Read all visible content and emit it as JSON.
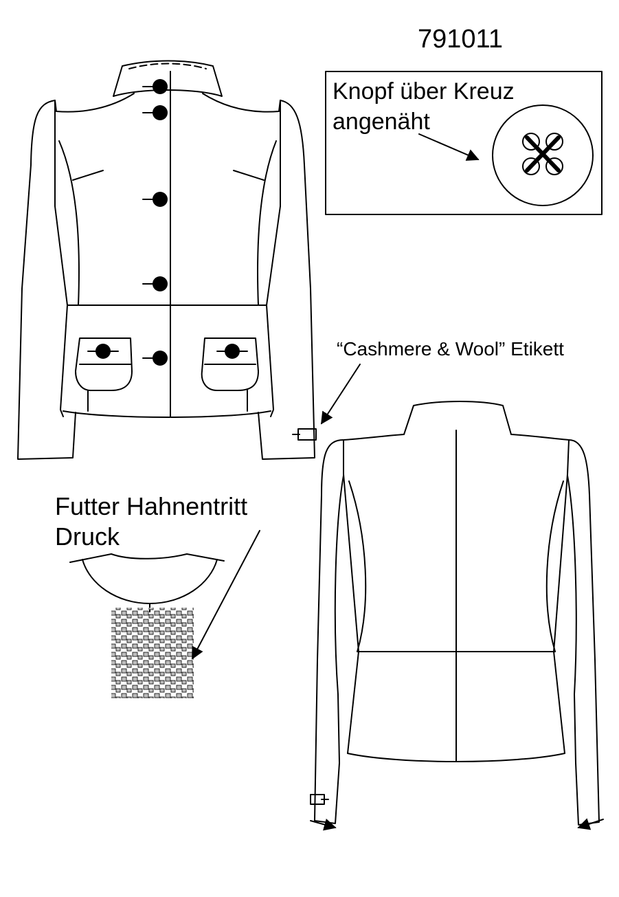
{
  "style_number": "791011",
  "button_note": {
    "line1": "Knopf über Kreuz",
    "line2": "angenäht"
  },
  "label_note": "“Cashmere & Wool” Etikett",
  "lining_note": {
    "line1": "Futter Hahnentritt",
    "line2": "Druck"
  },
  "colors": {
    "line": "#000000",
    "background": "#ffffff",
    "houndstooth": "#bdbdbd"
  },
  "icons": {
    "cross_stitched_button": "four-hole-button-x-stitch-icon"
  }
}
